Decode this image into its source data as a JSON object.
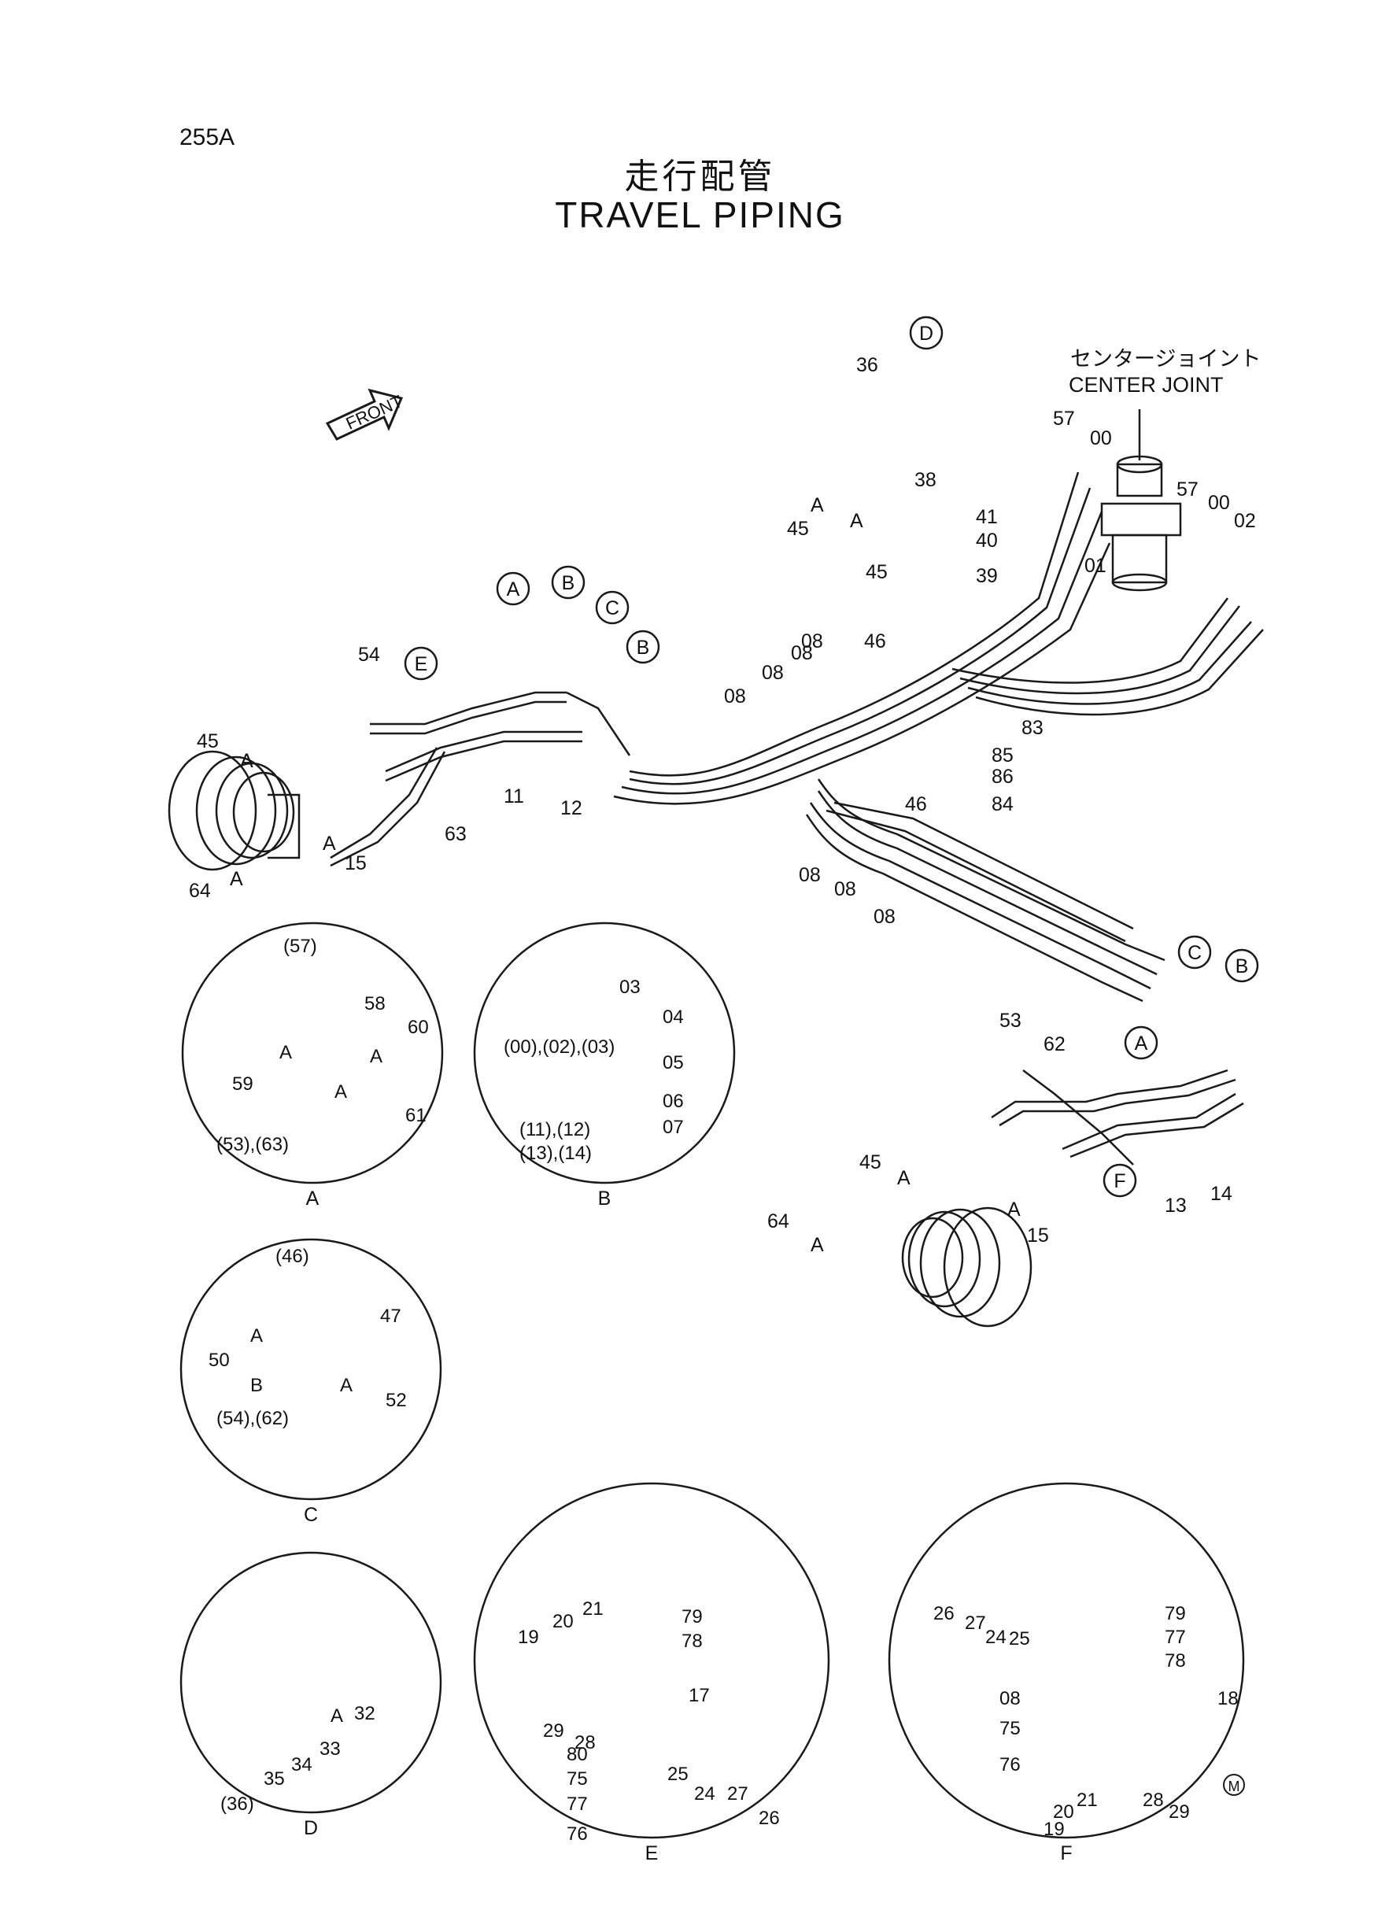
{
  "header": {
    "page_number": "255A",
    "title_ja": "走行配管",
    "title_en": "TRAVEL PIPING"
  },
  "annotations": {
    "front": "FRONT",
    "center_joint_ja": "センタージョイント",
    "center_joint_en": "CENTER JOINT",
    "mark": "M"
  },
  "callouts": [
    "A",
    "B",
    "C",
    "B",
    "E",
    "D",
    "C",
    "B",
    "A",
    "F"
  ],
  "main_labels": [
    "36",
    "57",
    "00",
    "57",
    "00",
    "02",
    "01",
    "38",
    "41",
    "40",
    "39",
    "45",
    "45",
    "A",
    "A",
    "46",
    "08",
    "08",
    "08",
    "08",
    "83",
    "85",
    "86",
    "84",
    "46",
    "54",
    "45",
    "A",
    "11",
    "12",
    "63",
    "15",
    "A",
    "64",
    "A",
    "08",
    "08",
    "08",
    "53",
    "62",
    "45",
    "A",
    "64",
    "A",
    "A",
    "15",
    "13",
    "14"
  ],
  "details": [
    {
      "letter": "A",
      "labels": [
        "(57)",
        "58",
        "60",
        "A",
        "A",
        "59",
        "A",
        "61",
        "(53),(63)"
      ]
    },
    {
      "letter": "B",
      "labels": [
        "03",
        "04",
        "(00),(02),(03)",
        "05",
        "06",
        "07",
        "(11),(12)",
        "(13),(14)"
      ]
    },
    {
      "letter": "C",
      "labels": [
        "(46)",
        "47",
        "A",
        "50",
        "B",
        "A",
        "52",
        "(54),(62)"
      ]
    },
    {
      "letter": "D",
      "labels": [
        "(36)",
        "35",
        "34",
        "33",
        "A",
        "32"
      ]
    },
    {
      "letter": "E",
      "labels": [
        "19",
        "20",
        "21",
        "79",
        "78",
        "17",
        "29",
        "28",
        "80",
        "75",
        "77",
        "76",
        "25",
        "24",
        "27",
        "26"
      ]
    },
    {
      "letter": "F",
      "labels": [
        "26",
        "27",
        "24",
        "25",
        "79",
        "77",
        "78",
        "08",
        "18",
        "75",
        "76",
        "21",
        "20",
        "19",
        "28",
        "29"
      ]
    }
  ],
  "colors": {
    "line": "#1a1a1a",
    "background": "#ffffff"
  }
}
